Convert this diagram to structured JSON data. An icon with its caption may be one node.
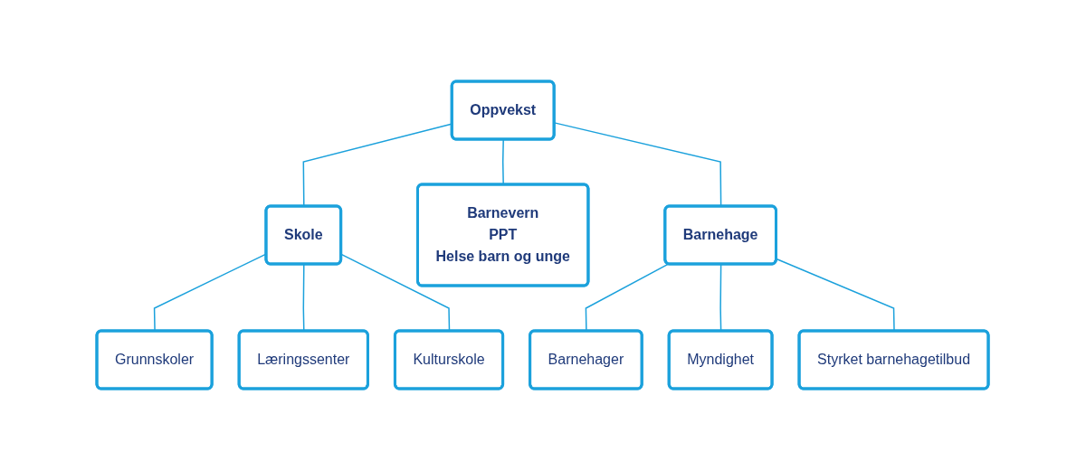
{
  "diagram": {
    "nodes": [
      {
        "text": [
          "Oppvekst"
        ]
      },
      {
        "text": [
          "Skole"
        ]
      },
      {
        "text": [
          "Barnehage"
        ]
      },
      {
        "text": [
          "Barnevern",
          "PPT",
          "Helse barn og unge"
        ]
      },
      {
        "text": [
          "Grunnskoler"
        ]
      },
      {
        "text": [
          "Læringssenter"
        ]
      },
      {
        "text": [
          "Kulturskole"
        ]
      },
      {
        "text": [
          "Barnehager"
        ]
      },
      {
        "text": [
          "Myndighet"
        ]
      },
      {
        "text": [
          "Styrket barnehagetilbud"
        ]
      }
    ],
    "edges": [
      {
        "from": 0,
        "to": 1,
        "arrow": "none"
      },
      {
        "from": 0,
        "to": 3,
        "arrow": "none"
      },
      {
        "from": 0,
        "to": 2,
        "arrow": "none"
      },
      {
        "from": 1,
        "to": 4,
        "arrow": "none"
      },
      {
        "from": 1,
        "to": 5,
        "arrow": "none"
      },
      {
        "from": 1,
        "to": 6,
        "arrow": "none"
      },
      {
        "from": 2,
        "to": 7,
        "arrow": "none"
      },
      {
        "from": 2,
        "to": 8,
        "arrow": "none"
      },
      {
        "from": 2,
        "to": 9,
        "arrow": "none"
      }
    ]
  }
}
